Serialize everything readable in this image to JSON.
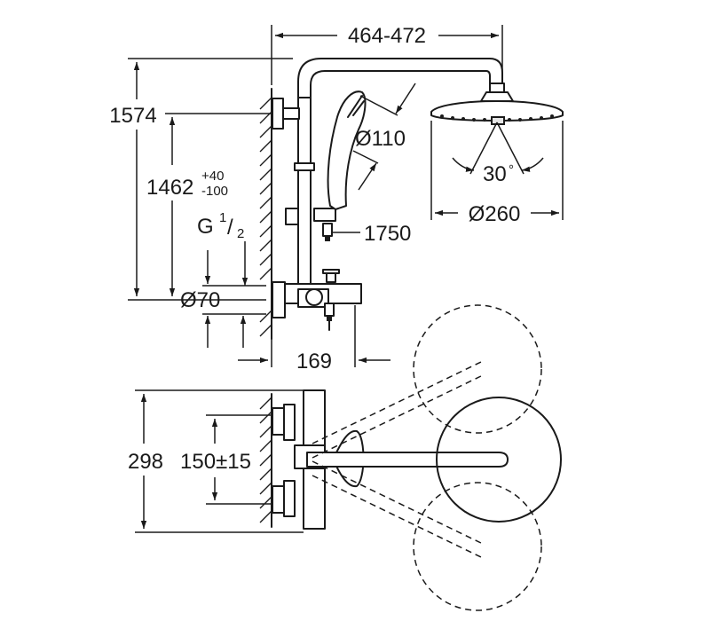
{
  "dimensions": {
    "arm_length": "464-472",
    "total_height": "1574",
    "connection_height": "1462",
    "connection_tol_plus": "+40",
    "connection_tol_minus": "-100",
    "thread_label": "G",
    "thread_num": "1",
    "thread_den": "2",
    "escutcheon_dia": "Ø70",
    "hand_shower_dia": "Ø110",
    "hose_length": "1750",
    "head_shower_dia": "Ø260",
    "tilt_angle": "30",
    "tilt_unit": "°",
    "mixer_depth": "169",
    "plan_depth": "298",
    "centres": "150±15"
  }
}
